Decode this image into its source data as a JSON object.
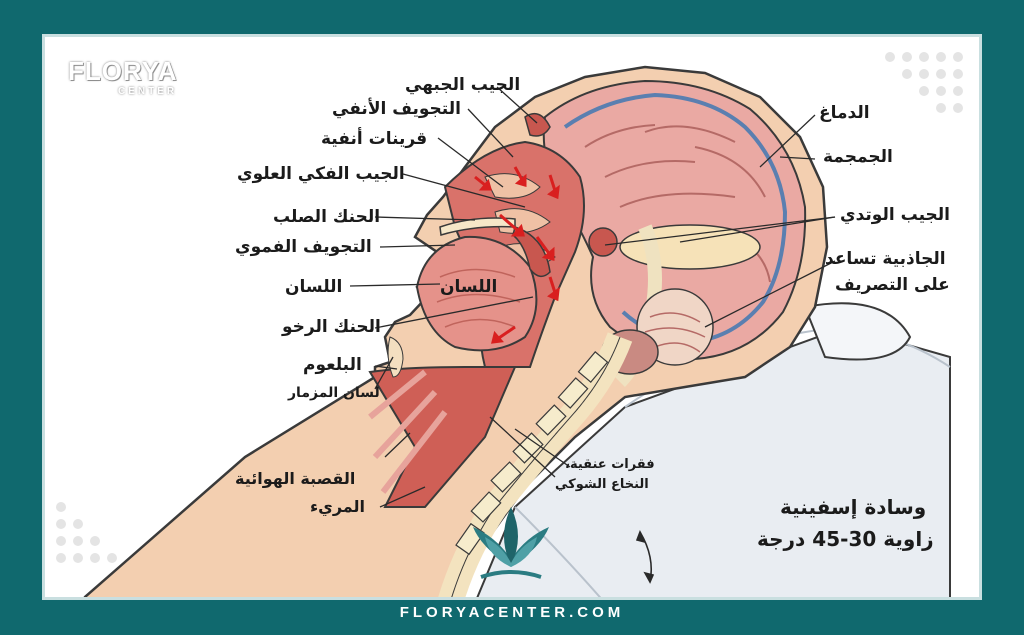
{
  "brand": {
    "logo_main": "FLORYA",
    "logo_sub": "CENTER",
    "footer_url": "FLORYACENTER.COM"
  },
  "labels": {
    "frontal_sinus": "الجيب الجبهي",
    "nasal_cavity": "التجويف الأنفي",
    "nasal_turbinates": "قرينات أنفية",
    "maxillary_sinus": "الجيب الفكي العلوي",
    "hard_palate": "الحنك الصلب",
    "oral_cavity": "التجويف الفموي",
    "tongue_outer": "اللسان",
    "tongue_inner": "اللسان",
    "soft_palate": "الحنك الرخو",
    "pharynx": "البلعوم",
    "epiglottis": "لسان المزمار",
    "trachea": "القصبة الهوائية",
    "esophagus": "المريء",
    "brain": "الدماغ",
    "skull": "الجمجمة",
    "sphenoid_sinus": "الجيب الوتدي",
    "gravity_line1": "الجاذبية تساعد",
    "gravity_line2": "على التصريف",
    "vertebrae_line1": "فقرات عنقية،",
    "vertebrae_line2": "النخاع الشوكي",
    "pillow_line1": "وسادة إسفينية",
    "pillow_line2": "زاوية 30-45 درجة"
  },
  "colors": {
    "frame": "#10696e",
    "skin": "#f3cfb0",
    "brain": "#e8a6a0",
    "mucosa": "#c8574f",
    "arrow": "#d91f1f"
  }
}
